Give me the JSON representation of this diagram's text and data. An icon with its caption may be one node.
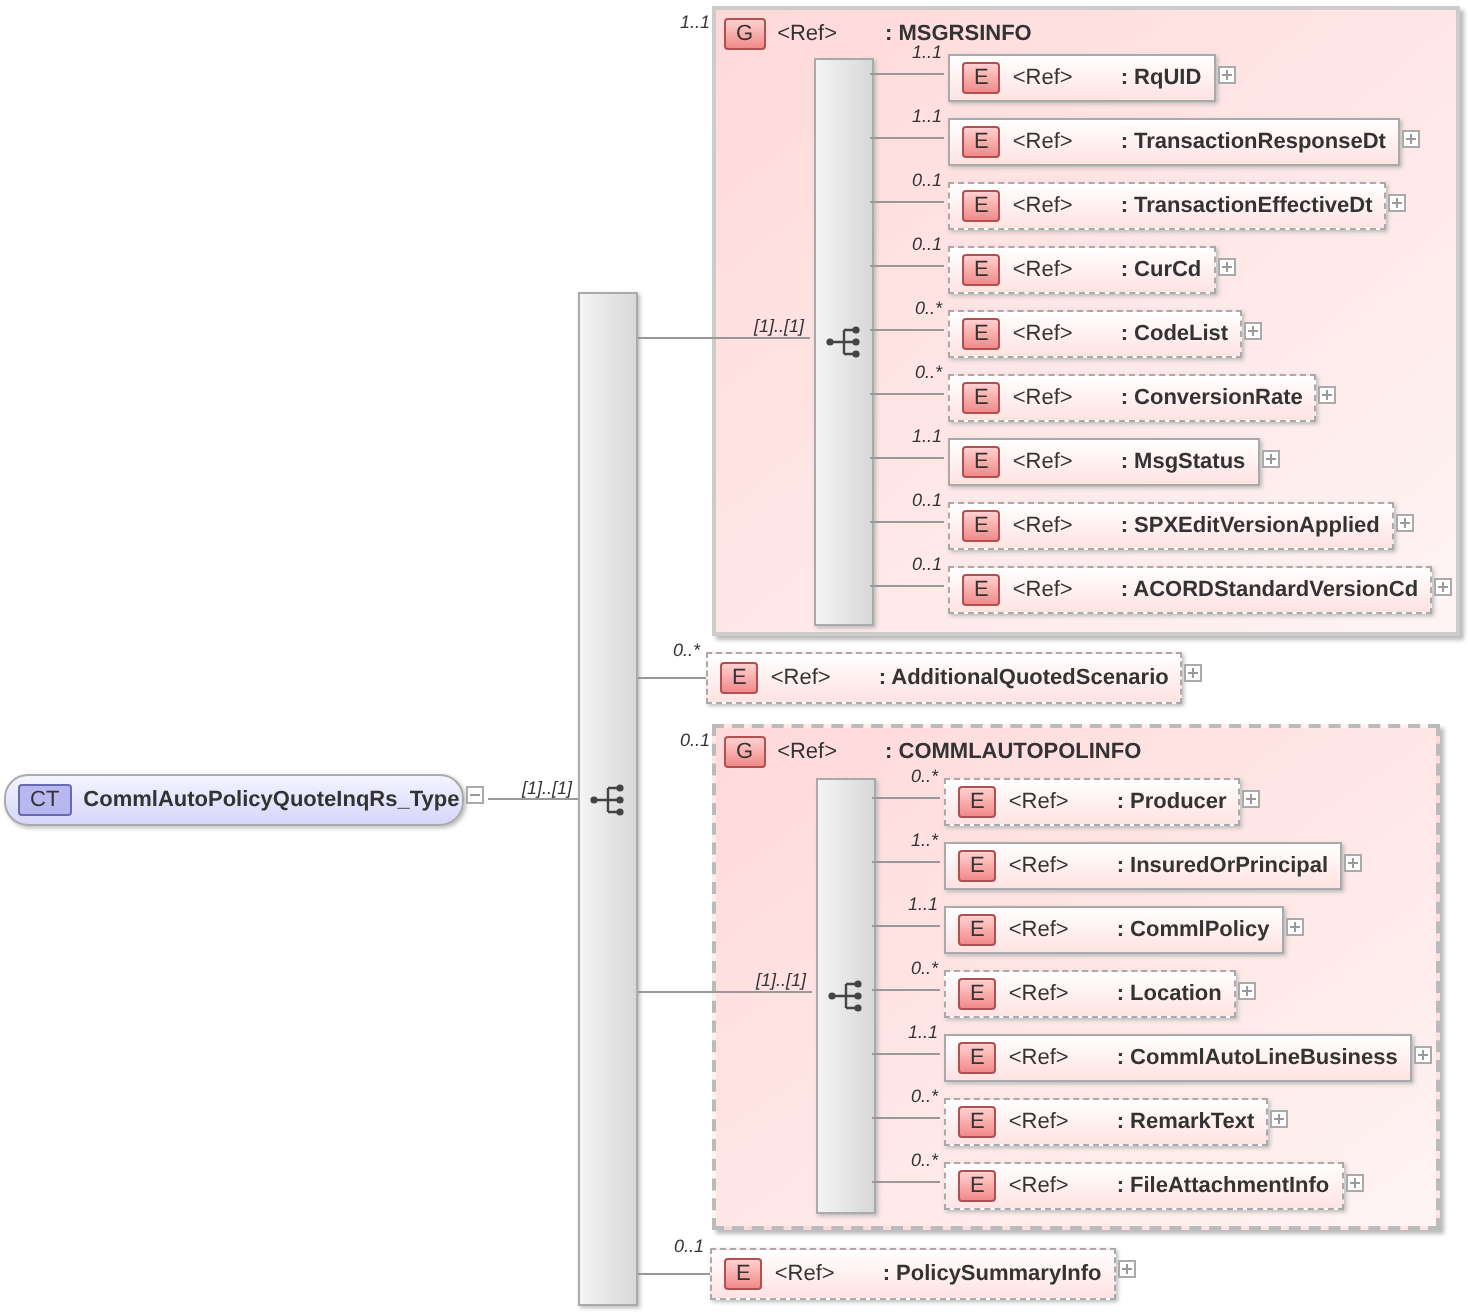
{
  "diagram": {
    "nodes": [
      {
        "text": [
          "CT",
          "CommlAutoPolicyQuoteInqRs_Type"
        ]
      },
      {
        "text": [],
        "shape": "bar"
      },
      {
        "text": [
          "G",
          "<Ref>",
          ": MSGRSINFO"
        ],
        "beside": [
          "1..1"
        ]
      },
      {
        "text": [],
        "shape": "bar",
        "in": 2
      },
      {
        "text": [
          "E",
          "<Ref>",
          ": RqUID"
        ],
        "in": 2,
        "beside": [
          "1..1"
        ]
      },
      {
        "text": [
          "E",
          "<Ref>",
          ": TransactionResponseDt"
        ],
        "in": 2,
        "beside": [
          "1..1"
        ]
      },
      {
        "text": [
          "E",
          "<Ref>",
          ": TransactionEffectiveDt"
        ],
        "in": 2,
        "beside": [
          "0..1"
        ]
      },
      {
        "text": [
          "E",
          "<Ref>",
          ": CurCd"
        ],
        "in": 2,
        "beside": [
          "0..1"
        ]
      },
      {
        "text": [
          "E",
          "<Ref>",
          ": CodeList"
        ],
        "in": 2,
        "beside": [
          "0..*"
        ]
      },
      {
        "text": [
          "E",
          "<Ref>",
          ": ConversionRate"
        ],
        "in": 2,
        "beside": [
          "0..*"
        ]
      },
      {
        "text": [
          "E",
          "<Ref>",
          ": MsgStatus"
        ],
        "in": 2,
        "beside": [
          "1..1"
        ]
      },
      {
        "text": [
          "E",
          "<Ref>",
          ": SPXEditVersionApplied"
        ],
        "in": 2,
        "beside": [
          "0..1"
        ]
      },
      {
        "text": [
          "E",
          "<Ref>",
          ": ACORDStandardVersionCd"
        ],
        "in": 2,
        "beside": [
          "0..1"
        ]
      },
      {
        "text": [
          "E",
          "<Ref>",
          ": AdditionalQuotedScenario"
        ],
        "beside": [
          "0..*"
        ]
      },
      {
        "text": [
          "G",
          "<Ref>",
          ": COMMLAUTOPOLINFO"
        ],
        "beside": [
          "0..1"
        ]
      },
      {
        "text": [],
        "shape": "bar",
        "in": 14
      },
      {
        "text": [
          "E",
          "<Ref>",
          ": Producer"
        ],
        "in": 14,
        "beside": [
          "0..*"
        ]
      },
      {
        "text": [
          "E",
          "<Ref>",
          ": InsuredOrPrincipal"
        ],
        "in": 14,
        "beside": [
          "1..*"
        ]
      },
      {
        "text": [
          "E",
          "<Ref>",
          ": CommlPolicy"
        ],
        "in": 14,
        "beside": [
          "1..1"
        ]
      },
      {
        "text": [
          "E",
          "<Ref>",
          ": Location"
        ],
        "in": 14,
        "beside": [
          "0..*"
        ]
      },
      {
        "text": [
          "E",
          "<Ref>",
          ": CommlAutoLineBusiness"
        ],
        "in": 14,
        "beside": [
          "1..1"
        ]
      },
      {
        "text": [
          "E",
          "<Ref>",
          ": RemarkText"
        ],
        "in": 14,
        "beside": [
          "0..*"
        ]
      },
      {
        "text": [
          "E",
          "<Ref>",
          ": FileAttachmentInfo"
        ],
        "in": 14,
        "beside": [
          "0..*"
        ]
      },
      {
        "text": [
          "E",
          "<Ref>",
          ": PolicySummaryInfo"
        ],
        "beside": [
          "0..1"
        ]
      }
    ],
    "edges": [
      {
        "from": 0,
        "to": 1,
        "arrow": "none",
        "label": "[1]..[1]"
      },
      {
        "from": 1,
        "to": 3,
        "arrow": "none",
        "label": "[1]..[1]"
      },
      {
        "from": 3,
        "to": 4,
        "arrow": "none"
      },
      {
        "from": 3,
        "to": 5,
        "arrow": "none"
      },
      {
        "from": 3,
        "to": 6,
        "arrow": "none"
      },
      {
        "from": 3,
        "to": 7,
        "arrow": "none"
      },
      {
        "from": 3,
        "to": 8,
        "arrow": "none"
      },
      {
        "from": 3,
        "to": 9,
        "arrow": "none"
      },
      {
        "from": 3,
        "to": 10,
        "arrow": "none"
      },
      {
        "from": 3,
        "to": 11,
        "arrow": "none"
      },
      {
        "from": 3,
        "to": 12,
        "arrow": "none"
      },
      {
        "from": 1,
        "to": 13,
        "arrow": "none"
      },
      {
        "from": 1,
        "to": 15,
        "arrow": "none",
        "label": "[1]..[1]"
      },
      {
        "from": 15,
        "to": 16,
        "arrow": "none"
      },
      {
        "from": 15,
        "to": 17,
        "arrow": "none"
      },
      {
        "from": 15,
        "to": 18,
        "arrow": "none"
      },
      {
        "from": 15,
        "to": 19,
        "arrow": "none"
      },
      {
        "from": 15,
        "to": 20,
        "arrow": "none"
      },
      {
        "from": 15,
        "to": 21,
        "arrow": "none"
      },
      {
        "from": 15,
        "to": 22,
        "arrow": "none"
      },
      {
        "from": 1,
        "to": 23,
        "arrow": "none"
      }
    ]
  }
}
